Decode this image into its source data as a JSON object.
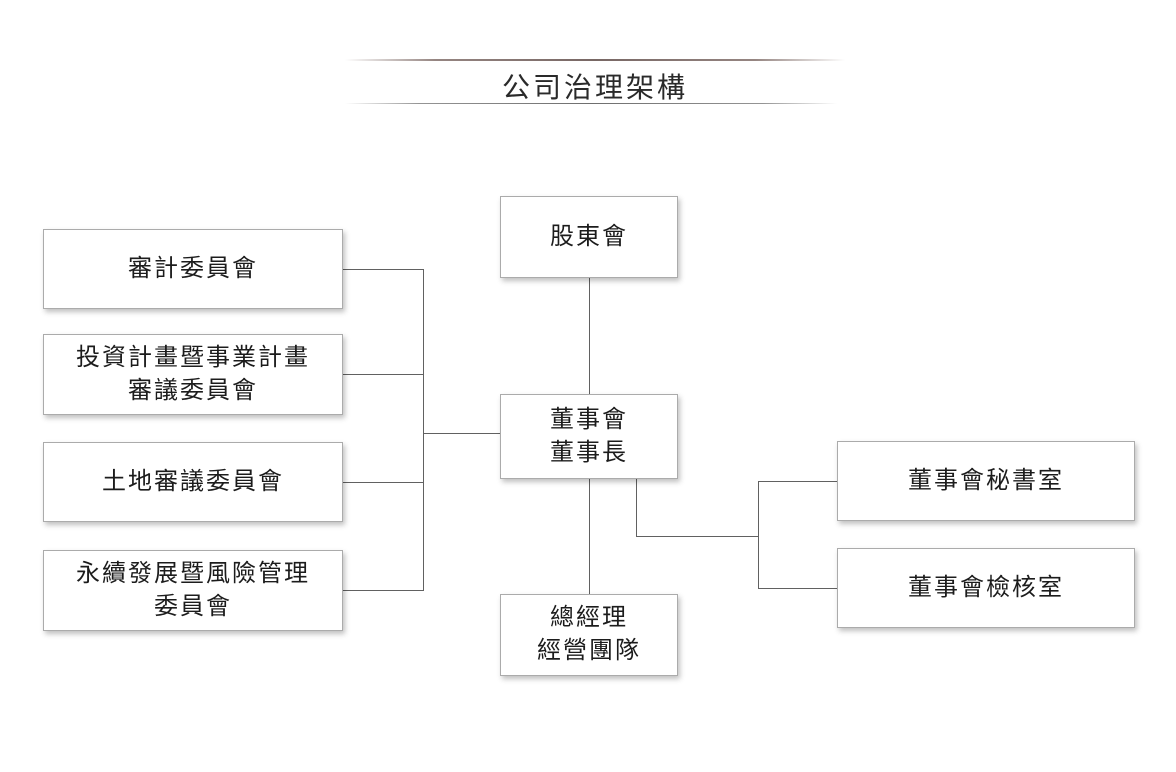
{
  "title": "公司治理架構",
  "colors": {
    "background": "#ffffff",
    "box_border": "#ababab",
    "connector_line": "#616161",
    "title_rule": "#786764",
    "text": "#1c1c1c"
  },
  "nodes": {
    "shareholders": {
      "lines": [
        "股東會"
      ]
    },
    "board": {
      "lines": [
        "董事會",
        "董事長"
      ]
    },
    "gm": {
      "lines": [
        "總經理",
        "經營團隊"
      ]
    },
    "audit_committee": {
      "lines": [
        "審計委員會"
      ]
    },
    "investment_committee": {
      "lines": [
        "投資計畫暨事業計畫",
        "審議委員會"
      ]
    },
    "land_committee": {
      "lines": [
        "土地審議委員會"
      ]
    },
    "sustainability_committee": {
      "lines": [
        "永續發展暨風險管理",
        "委員會"
      ]
    },
    "board_secretariat": {
      "lines": [
        "董事會秘書室"
      ]
    },
    "board_inspection": {
      "lines": [
        "董事會檢核室"
      ]
    }
  }
}
